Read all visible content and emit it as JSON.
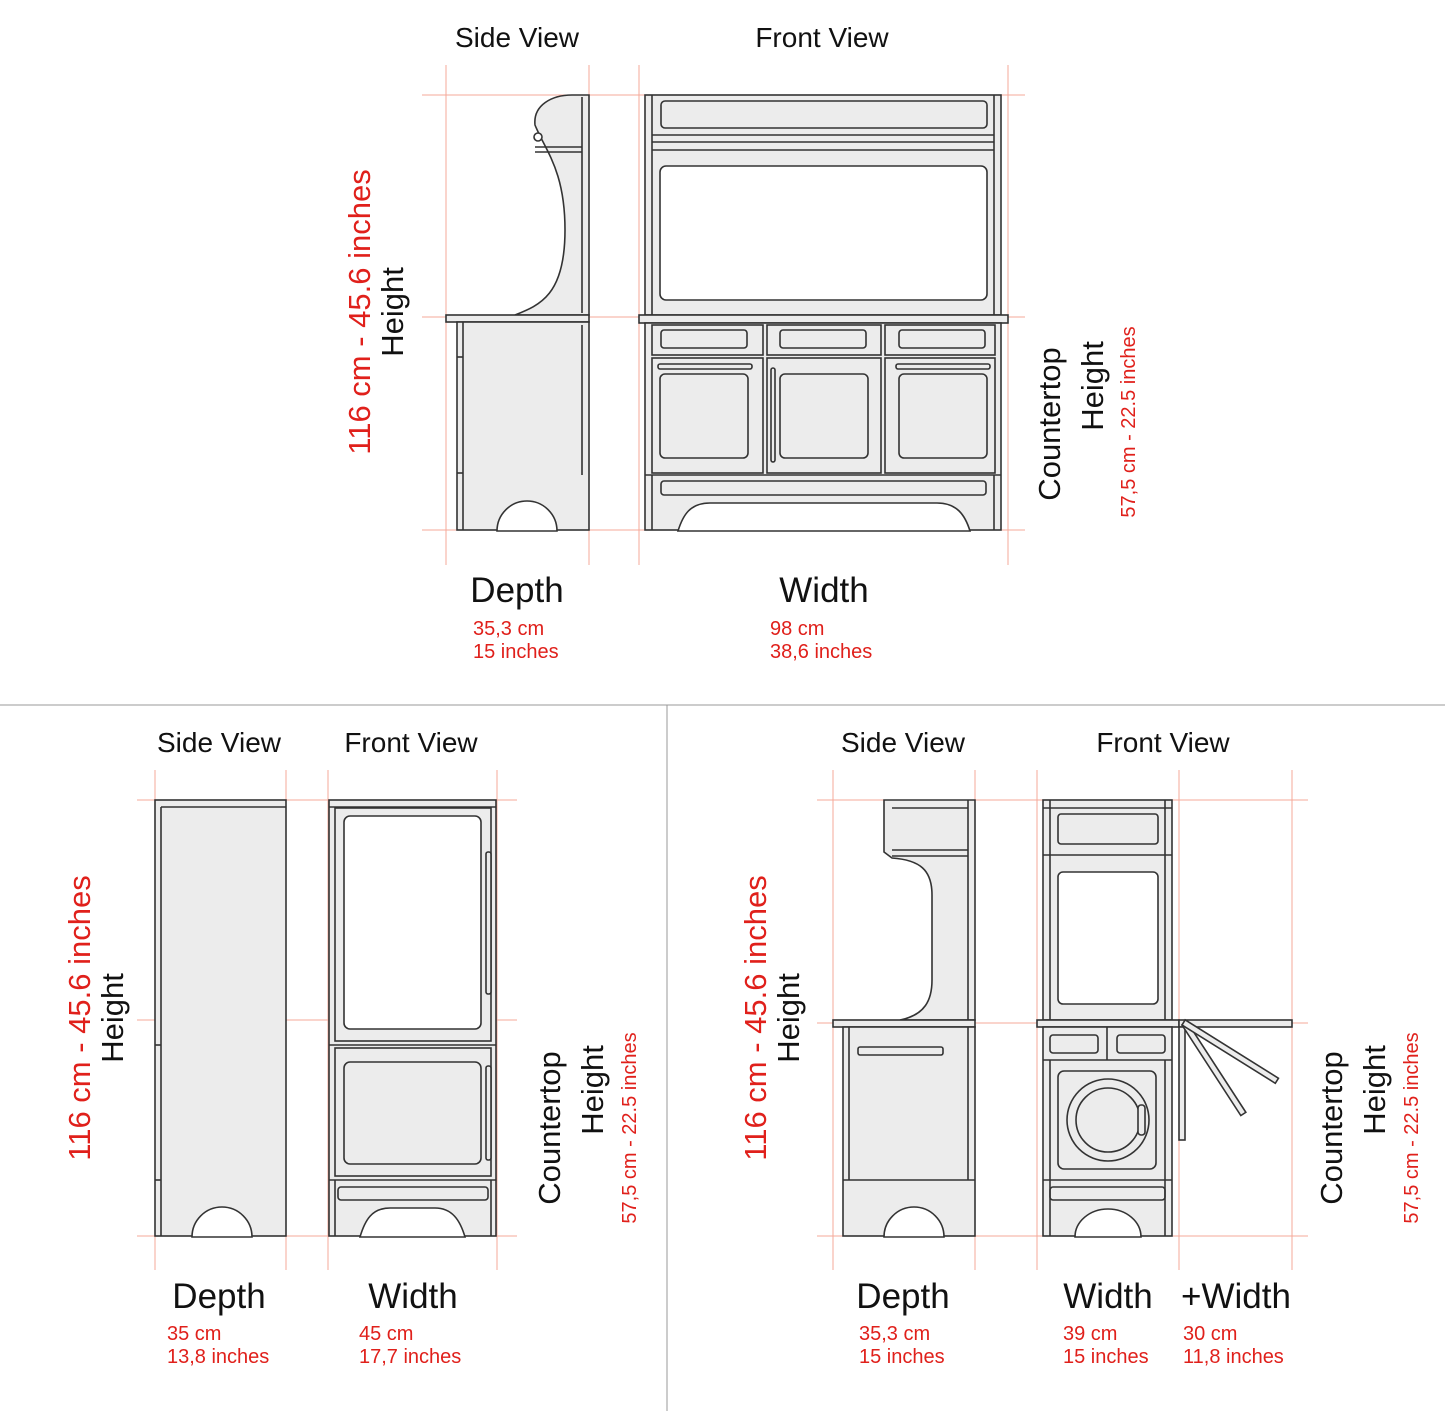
{
  "panels": [
    {
      "side_view_title": "Side View",
      "front_view_title": "Front View",
      "height_label": "Height",
      "height_value": "116 cm - 45.6 inches",
      "countertop_label": "Countertop",
      "countertop_height_label": "Height",
      "countertop_value": "57,5 cm - 22.5 inches",
      "depth_label": "Depth",
      "depth_cm": "35,3 cm",
      "depth_in": "15 inches",
      "width_label": "Width",
      "width_cm": "98 cm",
      "width_in": "38,6 inches"
    },
    {
      "side_view_title": "Side View",
      "front_view_title": "Front View",
      "height_label": "Height",
      "height_value": "116 cm - 45.6 inches",
      "countertop_label": "Countertop",
      "countertop_height_label": "Height",
      "countertop_value": "57,5 cm - 22.5 inches",
      "depth_label": "Depth",
      "depth_cm": "35 cm",
      "depth_in": "13,8 inches",
      "width_label": "Width",
      "width_cm": "45 cm",
      "width_in": "17,7 inches"
    },
    {
      "side_view_title": "Side View",
      "front_view_title": "Front View",
      "height_label": "Height",
      "height_value": "116 cm - 45.6 inches",
      "countertop_label": "Countertop",
      "countertop_height_label": "Height",
      "countertop_value": "57,5 cm - 22.5 inches",
      "depth_label": "Depth",
      "depth_cm": "35,3 cm",
      "depth_in": "15 inches",
      "width_label": "Width",
      "width_cm": "39 cm",
      "width_in": "15 inches",
      "extra_width_label": "+Width",
      "extra_width_cm": "30 cm",
      "extra_width_in": "11,8 inches"
    }
  ],
  "colors": {
    "guide": "#f5a898",
    "fill": "#ececec",
    "stroke": "#333333",
    "red_text": "#e0201b"
  }
}
